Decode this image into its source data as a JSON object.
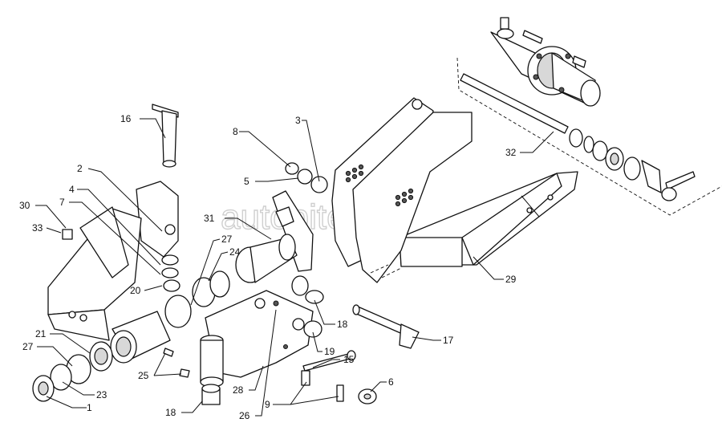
{
  "watermark": "autopiter.ru",
  "callouts": [
    {
      "id": "c16",
      "text": "16"
    },
    {
      "id": "c2",
      "text": "2"
    },
    {
      "id": "c4",
      "text": "4"
    },
    {
      "id": "c7",
      "text": "7"
    },
    {
      "id": "c30",
      "text": "30"
    },
    {
      "id": "c33",
      "text": "33"
    },
    {
      "id": "c20",
      "text": "20"
    },
    {
      "id": "c21",
      "text": "21"
    },
    {
      "id": "c27a",
      "text": "27"
    },
    {
      "id": "c23",
      "text": "23"
    },
    {
      "id": "c1",
      "text": "1"
    },
    {
      "id": "c25",
      "text": "25"
    },
    {
      "id": "c27b",
      "text": "27"
    },
    {
      "id": "c24",
      "text": "24"
    },
    {
      "id": "c31",
      "text": "31"
    },
    {
      "id": "c8",
      "text": "8"
    },
    {
      "id": "c5",
      "text": "5"
    },
    {
      "id": "c3",
      "text": "3"
    },
    {
      "id": "c18a",
      "text": "18"
    },
    {
      "id": "c19",
      "text": "19"
    },
    {
      "id": "c15",
      "text": "15"
    },
    {
      "id": "c9",
      "text": "9"
    },
    {
      "id": "c6",
      "text": "6"
    },
    {
      "id": "c17",
      "text": "17"
    },
    {
      "id": "c28",
      "text": "28"
    },
    {
      "id": "c26",
      "text": "26"
    },
    {
      "id": "c18b",
      "text": "18"
    },
    {
      "id": "c29",
      "text": "29"
    },
    {
      "id": "c32",
      "text": "32"
    }
  ]
}
